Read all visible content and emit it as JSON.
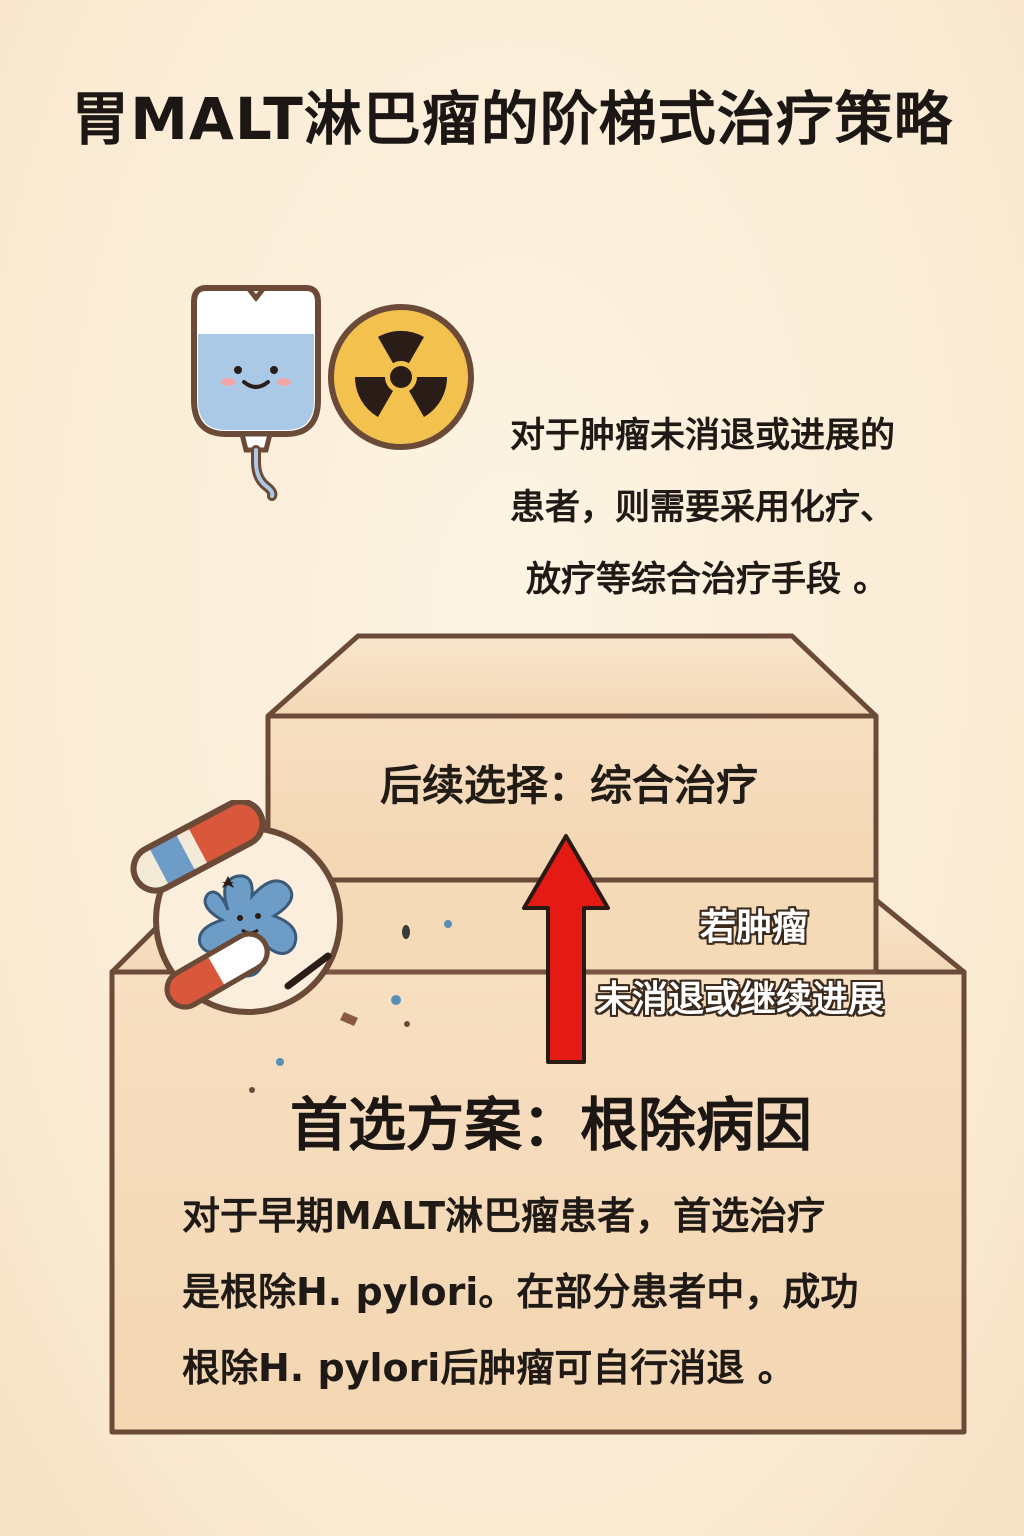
{
  "title": "胃MALT淋巴瘤的阶梯式治疗策略",
  "advanced": {
    "lines": [
      "对于肿瘤未消退或进展的",
      "患者，则需要采用化疗、",
      "放疗等综合治疗手段 。"
    ]
  },
  "upper_step": {
    "label": "后续选择：综合治疗"
  },
  "condition": {
    "line1": "若肿瘤",
    "line2": "未消退或继续进展"
  },
  "lower_step": {
    "heading": "首选方案：根除病因",
    "lines": [
      "对于早期MALT淋巴瘤患者，首选治疗",
      "是根除H. pylori。在部分患者中，成功",
      "根除H. pylori后肿瘤可自行消退 。"
    ]
  },
  "colors": {
    "background": "#faebd3",
    "step_fill": "#f6dcbc",
    "step_outline": "#6b4a38",
    "arrow": "#e31b14",
    "radiation_yellow": "#f2c14e"
  },
  "icons": {
    "iv_bag": "iv-bag-icon",
    "radiation": "radiation-icon",
    "pills_bacteria": "pills-bacteria-icon",
    "arrow": "up-arrow-icon"
  }
}
